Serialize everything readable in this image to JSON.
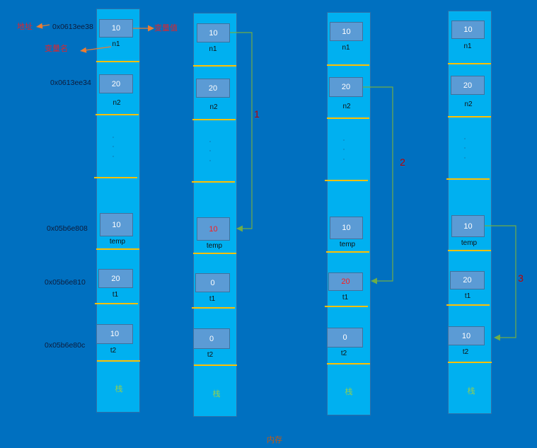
{
  "diagram": {
    "annotations": {
      "address": "地址",
      "value": "变量值",
      "name": "变量名"
    },
    "addresses": [
      "0x0613ee38",
      "0x0613ee34",
      "0x05b6e808",
      "0x05b6e810",
      "0x05b6e80c"
    ],
    "stacks": [
      {
        "label": "栈",
        "ellipsis": ".",
        "cells": [
          {
            "name": "n1",
            "value": "10",
            "changed": false
          },
          {
            "name": "n2",
            "value": "20",
            "changed": false
          },
          {
            "name": "temp",
            "value": "10",
            "changed": false
          },
          {
            "name": "t1",
            "value": "20",
            "changed": false
          },
          {
            "name": "t2",
            "value": "10",
            "changed": false
          }
        ]
      },
      {
        "label": "栈",
        "ellipsis": ".",
        "cells": [
          {
            "name": "n1",
            "value": "10",
            "changed": false
          },
          {
            "name": "n2",
            "value": "20",
            "changed": false
          },
          {
            "name": "temp",
            "value": "10",
            "changed": true
          },
          {
            "name": "t1",
            "value": "0",
            "changed": false
          },
          {
            "name": "t2",
            "value": "0",
            "changed": false
          }
        ]
      },
      {
        "label": "栈",
        "ellipsis": ".",
        "cells": [
          {
            "name": "n1",
            "value": "10",
            "changed": false
          },
          {
            "name": "n2",
            "value": "20",
            "changed": false
          },
          {
            "name": "temp",
            "value": "10",
            "changed": false
          },
          {
            "name": "t1",
            "value": "20",
            "changed": true
          },
          {
            "name": "t2",
            "value": "0",
            "changed": false
          }
        ]
      },
      {
        "label": "栈",
        "ellipsis": ".",
        "cells": [
          {
            "name": "n1",
            "value": "10",
            "changed": false
          },
          {
            "name": "n2",
            "value": "20",
            "changed": false
          },
          {
            "name": "temp",
            "value": "10",
            "changed": false
          },
          {
            "name": "t1",
            "value": "20",
            "changed": false
          },
          {
            "name": "t2",
            "value": "10",
            "changed": false
          }
        ]
      }
    ],
    "steps": [
      {
        "label": "1",
        "from": "n1",
        "to": "temp"
      },
      {
        "label": "2",
        "from": "n2",
        "to": "t1"
      },
      {
        "label": "3",
        "from": "temp",
        "to": "t2"
      }
    ],
    "bottom_label": "内存",
    "colors": {
      "background": "#0070c0",
      "stack": "#00b0f0",
      "cell": "#5b9bd5",
      "divider": "#ffc000",
      "connector": "#70ad47",
      "annotation": "#e0242c",
      "annotation_arrow": "#ed7d31",
      "step_label": "#c00000",
      "changed_value": "#ff1a1a",
      "stack_label": "#92d050",
      "memory_label": "#c55a11"
    }
  }
}
